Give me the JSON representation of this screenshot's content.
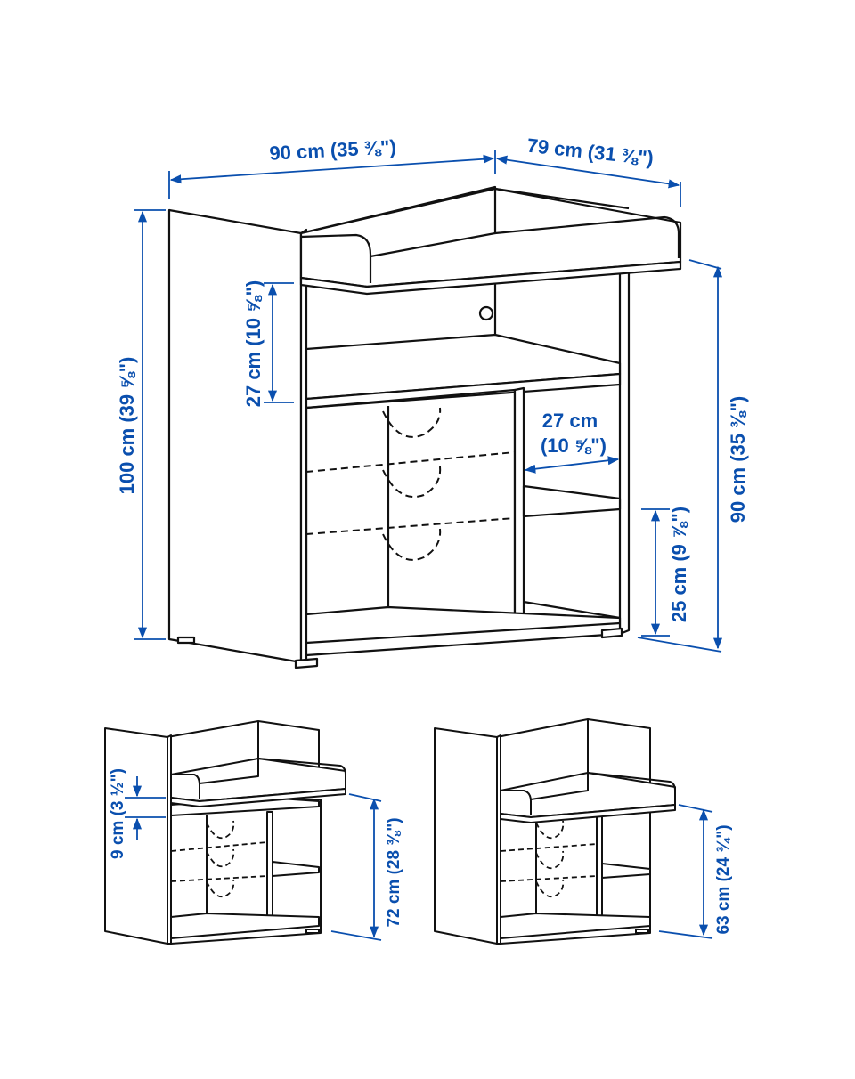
{
  "colors": {
    "line": "#111111",
    "dimension": "#0a4fae",
    "background": "#ffffff"
  },
  "main_view": {
    "width_label": "90 cm (35 ⅜\")",
    "depth_label": "79 cm (31 ⅜\")",
    "total_height_label": "100 cm (39 ⅝\")",
    "table_height_label": "90 cm (35 ⅜\")",
    "upper_opening_label": "27 cm (10 ⅝\")",
    "compartment_width_line1": "27 cm",
    "compartment_width_line2": "(10 ⅝\")",
    "lower_shelf_label": "25 cm (9 ⅞\")"
  },
  "variant_middle": {
    "gap_label": "9 cm (3 ½\")",
    "table_height_label": "72 cm (28 ⅜\")"
  },
  "variant_low": {
    "table_height_label": "63 cm (24 ¾\")"
  }
}
